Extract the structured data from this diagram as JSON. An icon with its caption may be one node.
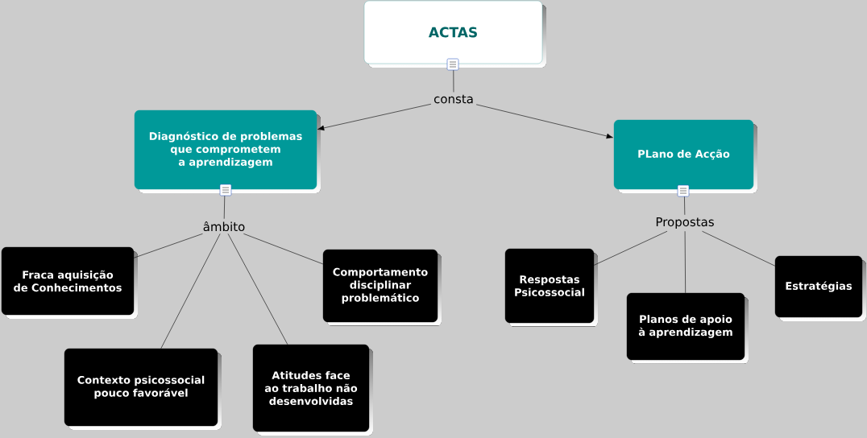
{
  "diagram": {
    "nodes": [
      {
        "text": [
          "ACTAS"
        ]
      },
      {
        "text": [
          "consta"
        ]
      },
      {
        "text": [
          "Diagnóstico de problemas que comprometem a aprendizagem"
        ]
      },
      {
        "text": [
          "PLano de Acção"
        ]
      },
      {
        "text": [
          "âmbito"
        ]
      },
      {
        "text": [
          "Fraca aquisição de Conhecimentos"
        ]
      },
      {
        "text": [
          "Comportamento disciplinar problemático"
        ]
      },
      {
        "text": [
          "Contexto psicossocial pouco favorável"
        ]
      },
      {
        "text": [
          "Atitudes face ao trabalho não desenvolvidas"
        ]
      },
      {
        "text": [
          "Propostas"
        ]
      },
      {
        "text": [
          "Respostas Psicossocial"
        ]
      },
      {
        "text": [
          "Planos de apoio à aprendizagem"
        ]
      },
      {
        "text": [
          "Estratégias"
        ]
      }
    ],
    "edges": [
      {
        "from": 0,
        "to": 1,
        "arrow": "none"
      },
      {
        "from": 1,
        "to": 2,
        "arrow": "to"
      },
      {
        "from": 1,
        "to": 3,
        "arrow": "to"
      },
      {
        "from": 2,
        "to": 4,
        "arrow": "none"
      },
      {
        "from": 4,
        "to": 5,
        "arrow": "none"
      },
      {
        "from": 4,
        "to": 6,
        "arrow": "none"
      },
      {
        "from": 4,
        "to": 7,
        "arrow": "none"
      },
      {
        "from": 4,
        "to": 8,
        "arrow": "none"
      },
      {
        "from": 3,
        "to": 9,
        "arrow": "none"
      },
      {
        "from": 9,
        "to": 10,
        "arrow": "none"
      },
      {
        "from": 9,
        "to": 11,
        "arrow": "none"
      },
      {
        "from": 9,
        "to": 12,
        "arrow": "none"
      }
    ]
  }
}
